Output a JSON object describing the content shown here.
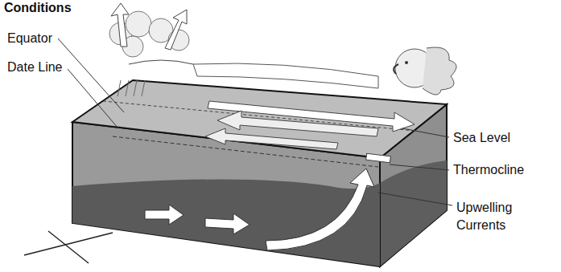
{
  "diagram": {
    "title": "Conditions",
    "labels": [
      "Equator",
      "Date Line",
      "Sea Level",
      "Thermocline",
      "Upwelling Currents"
    ]
  }
}
